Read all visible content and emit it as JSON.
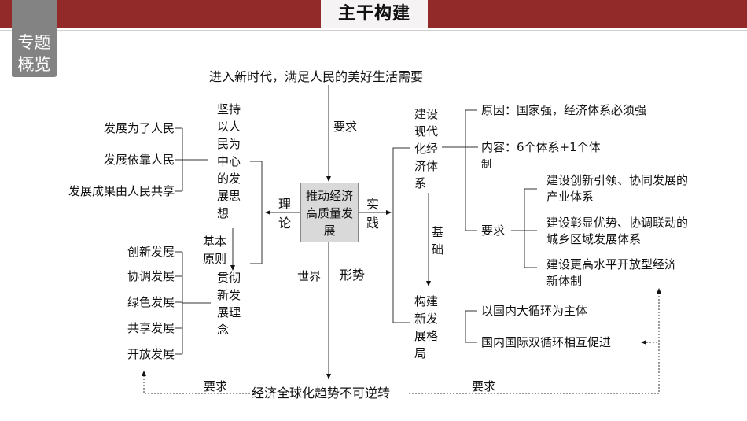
{
  "header": {
    "title": "主干构建",
    "side_tab": "专题概览"
  },
  "top": "进入新时代，满足人民的美好生活需要",
  "top_arrow_label": "要求",
  "center": "推动经济高质量发展",
  "theory_label": "理论",
  "practice_label": "实践",
  "world_label": "世界",
  "trend_label": "形势",
  "bottom": "经济全球化趋势不可逆转",
  "bottom_left_label": "要求",
  "bottom_right_label": "要求",
  "left": {
    "people_items": [
      "发展为了人民",
      "发展依靠人民",
      "发展成果由人民共享"
    ],
    "people_center": "坚持以人民为中心的发展思想",
    "principle_label": "基本原则",
    "concept_items": [
      "创新发展",
      "协调发展",
      "绿色发展",
      "共享发展",
      "开放发展"
    ],
    "concept_center": "贯彻新发展理念"
  },
  "right": {
    "system": "建设现代化经济体系",
    "reason": "原因：国家强，经济体系必须强",
    "content": "内容：6个体系+1个体",
    "content_cont": "制",
    "require_label": "要求",
    "requirements": [
      "建设创新引领、协同发展的产业体系",
      "建设彰显优势、协调联动的城乡区域发展体系",
      "建设更高水平开放型经济新体制"
    ],
    "foundation_label": "基础",
    "pattern": "构建新发展格局",
    "pattern_items": [
      "以国内大循环为主体",
      "国内国际双循环相互促进"
    ]
  }
}
